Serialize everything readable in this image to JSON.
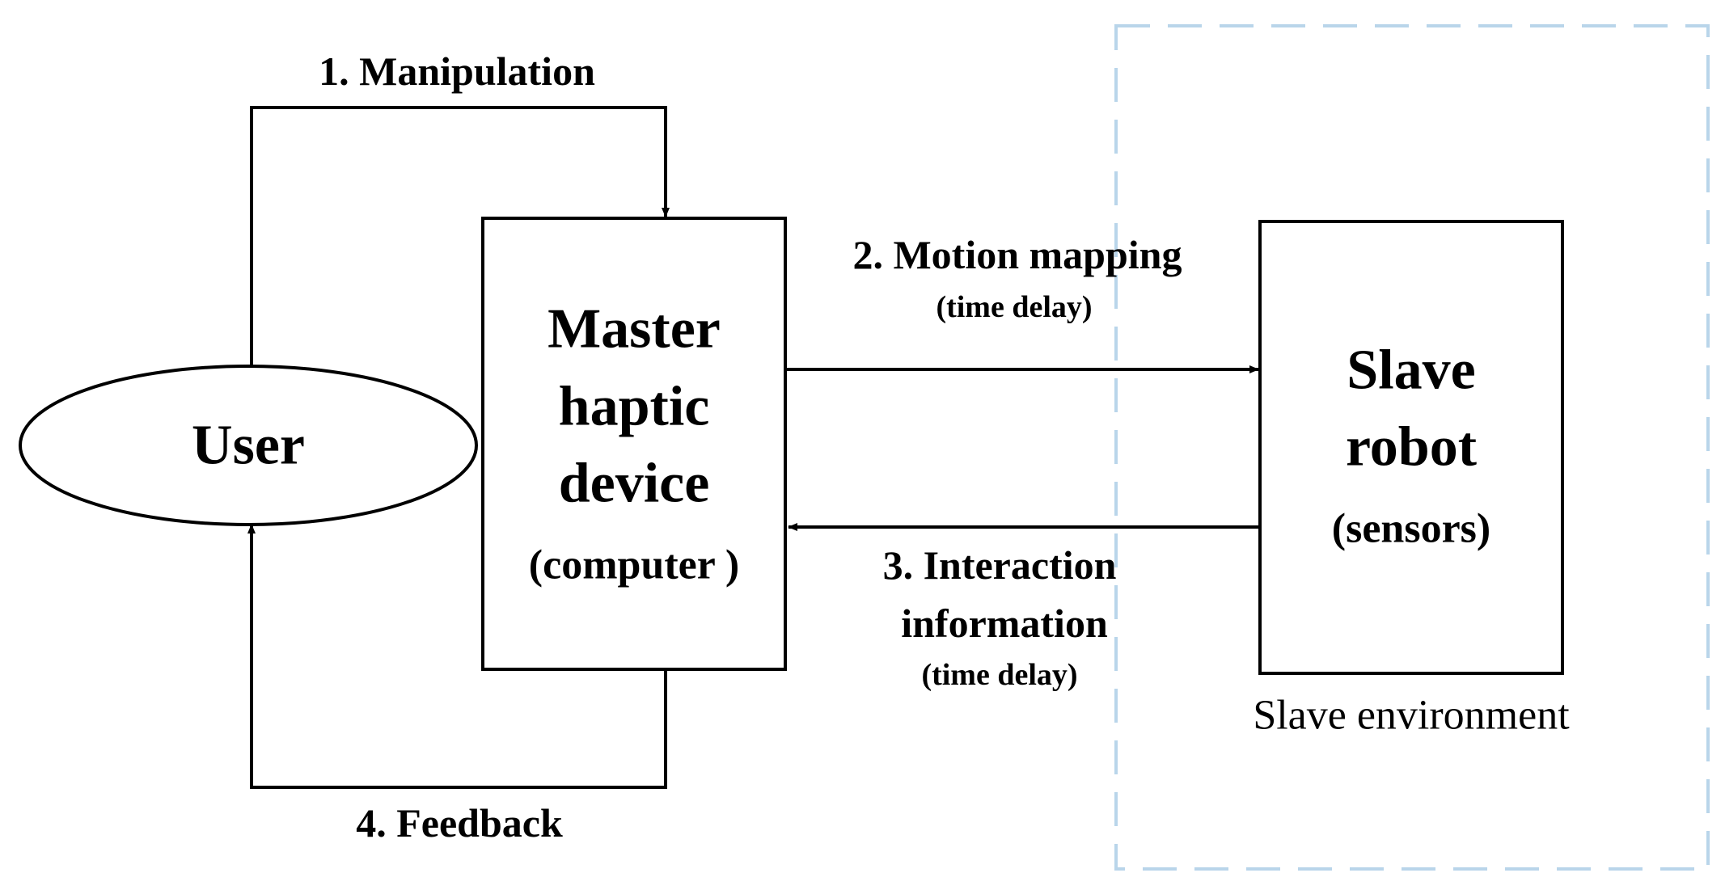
{
  "diagram": {
    "nodes": {
      "user": {
        "label": "User"
      },
      "master": {
        "line1": "Master",
        "line2": "haptic",
        "line3": "device",
        "sub": "(computer )"
      },
      "slave": {
        "line1": "Slave",
        "line2": "robot",
        "sub": "(sensors)"
      }
    },
    "region": {
      "label": "Slave environment"
    },
    "edges": {
      "manipulation": {
        "label": "1. Manipulation"
      },
      "motion": {
        "label": "2. Motion mapping",
        "note": "(time delay)"
      },
      "interaction": {
        "line1": "3. Interaction",
        "line2": "information",
        "note": "(time delay)"
      },
      "feedback": {
        "label": "4. Feedback"
      }
    },
    "colors": {
      "stroke": "#000000",
      "region_border": "#b9d5ea"
    }
  }
}
